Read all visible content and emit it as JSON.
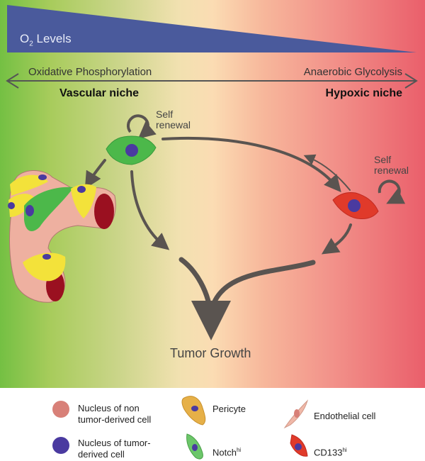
{
  "figure": {
    "o2_label": "O",
    "o2_sub": "2",
    "o2_suffix": " Levels",
    "left_process": "Oxidative Phosphorylation",
    "right_process": "Anaerobic Glycolysis",
    "left_niche": "Vascular niche",
    "right_niche": "Hypoxic niche",
    "self_renewal_left_line1": "Self",
    "self_renewal_left_line2": "renewal",
    "self_renewal_right_line1": "Self",
    "self_renewal_right_line2": "renewal",
    "outcome": "Tumor Growth"
  },
  "colors": {
    "oxygen_wedge": "#4a5a9c",
    "arrow": "#5a5450",
    "notch_cell": "#4cb84a",
    "cd133_cell": "#e03a2a",
    "nucleus_tumor": "#4a3aa0",
    "nucleus_non_tumor": "#d88078",
    "pericyte": "#e6b048",
    "endothelial": "#f0b8a8",
    "vessel_lumen": "#9a1020"
  },
  "legend": {
    "items": [
      {
        "label_line1": "Nucleus of non",
        "label_line2": "tumor-derived cell"
      },
      {
        "label_line1": "Nucleus of tumor-",
        "label_line2": "derived cell"
      },
      {
        "label": "Pericyte"
      },
      {
        "label": "Notch",
        "sup": "hi"
      },
      {
        "label": "Endothelial cell"
      },
      {
        "label": "CD133",
        "sup": "hi"
      }
    ]
  }
}
